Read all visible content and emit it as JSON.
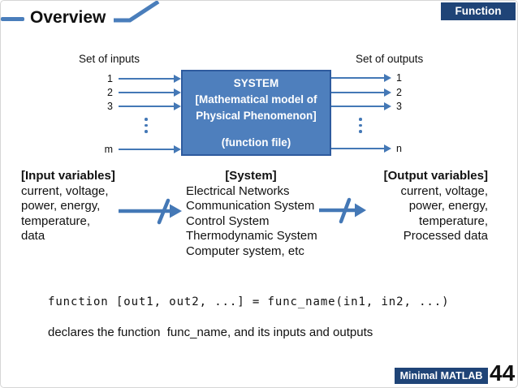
{
  "slide": {
    "title": "Overview",
    "corner_tag": "Function",
    "footer_badge": "Minimal MATLAB",
    "page_number": "44"
  },
  "diagram": {
    "inputs_label": "Set of inputs",
    "outputs_label": "Set of outputs",
    "input_ports": [
      "1",
      "2",
      "3"
    ],
    "input_last": "m",
    "output_ports": [
      "1",
      "2",
      "3"
    ],
    "output_last": "n",
    "system_box": {
      "line1": "SYSTEM",
      "line2": "[Mathematical model of",
      "line3": "Physical Phenomenon]",
      "line4": "(function file)"
    }
  },
  "columns": {
    "input": {
      "header": "[Input variables]",
      "lines": [
        "current, voltage,",
        "power, energy,",
        "temperature,",
        "data"
      ]
    },
    "system": {
      "header": "[System]",
      "lines": [
        "Electrical Networks",
        "Communication System",
        "Control System",
        "Thermodynamic System",
        "Computer system, etc"
      ]
    },
    "output": {
      "header": "[Output variables]",
      "lines": [
        "current, voltage,",
        "power, energy,",
        "temperature,",
        "Processed data"
      ]
    }
  },
  "code": {
    "signature": "function [out1, out2, ...] = func_name(in1, in2, ...)",
    "description": "declares the function  func_name, and its inputs and outputs"
  },
  "colors": {
    "accent_blue": "#4478b6",
    "system_box_fill": "#4e7fbd",
    "system_box_border": "#2e5b9e",
    "navy": "#1f4477"
  }
}
